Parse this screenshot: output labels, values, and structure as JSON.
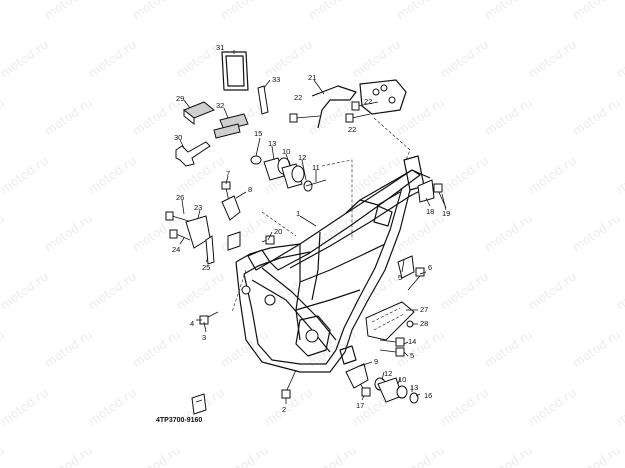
{
  "diagram": {
    "watermark_text": "motod.ru",
    "figure_code": "4TP3700-9160",
    "callouts": [
      {
        "id": "c31",
        "text": "31"
      },
      {
        "id": "c33",
        "text": "33"
      },
      {
        "id": "c21",
        "text": "21"
      },
      {
        "id": "c29",
        "text": "29"
      },
      {
        "id": "c32",
        "text": "32"
      },
      {
        "id": "c22a",
        "text": "22"
      },
      {
        "id": "c22b",
        "text": "22"
      },
      {
        "id": "c22c",
        "text": "22"
      },
      {
        "id": "c30",
        "text": "30"
      },
      {
        "id": "c15",
        "text": "15"
      },
      {
        "id": "c13a",
        "text": "13"
      },
      {
        "id": "c10a",
        "text": "10"
      },
      {
        "id": "c12a",
        "text": "12"
      },
      {
        "id": "c11",
        "text": "11"
      },
      {
        "id": "c7",
        "text": "7"
      },
      {
        "id": "c8",
        "text": "8"
      },
      {
        "id": "c26",
        "text": "26"
      },
      {
        "id": "c23",
        "text": "23"
      },
      {
        "id": "c24",
        "text": "24"
      },
      {
        "id": "c1",
        "text": "1"
      },
      {
        "id": "c20",
        "text": "20"
      },
      {
        "id": "c25",
        "text": "25"
      },
      {
        "id": "c18",
        "text": "18"
      },
      {
        "id": "c19",
        "text": "19"
      },
      {
        "id": "c5a",
        "text": "5"
      },
      {
        "id": "c6",
        "text": "6"
      },
      {
        "id": "c27",
        "text": "27"
      },
      {
        "id": "c28",
        "text": "28"
      },
      {
        "id": "c4",
        "text": "4"
      },
      {
        "id": "c3",
        "text": "3"
      },
      {
        "id": "c14",
        "text": "14"
      },
      {
        "id": "c5b",
        "text": "5"
      },
      {
        "id": "c9",
        "text": "9"
      },
      {
        "id": "c12b",
        "text": "12"
      },
      {
        "id": "c10b",
        "text": "10"
      },
      {
        "id": "c13b",
        "text": "13"
      },
      {
        "id": "c16",
        "text": "16"
      },
      {
        "id": "c17",
        "text": "17"
      },
      {
        "id": "c2",
        "text": "2"
      }
    ]
  }
}
